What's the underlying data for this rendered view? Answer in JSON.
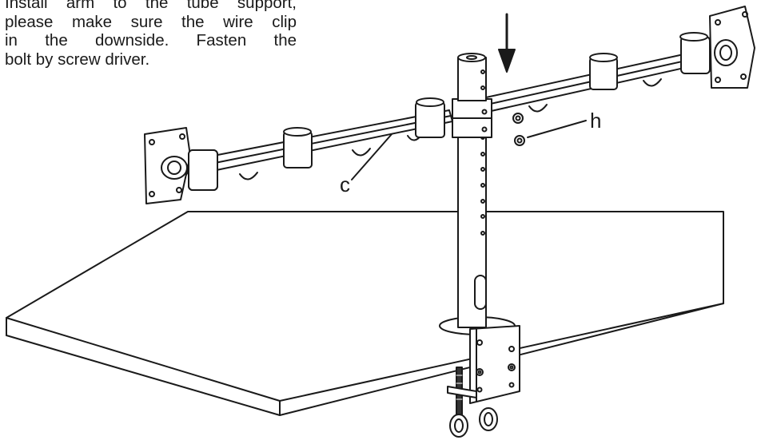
{
  "instruction": {
    "lines": [
      "Install arm to the tube support,",
      "please make sure the wire clip",
      "in the downside. Fasten the",
      "bolt by screw driver."
    ]
  },
  "callouts": {
    "c": "c",
    "h": "h"
  },
  "colors": {
    "line": "#1a1a1a",
    "fill": "#ffffff"
  }
}
